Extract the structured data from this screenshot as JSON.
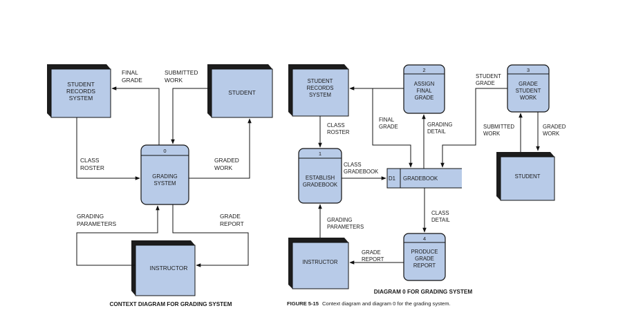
{
  "context": {
    "entities": {
      "student_records": [
        "STUDENT",
        "RECORDS",
        "SYSTEM"
      ],
      "student": [
        "STUDENT"
      ],
      "instructor": [
        "INSTRUCTOR"
      ]
    },
    "process": {
      "number": "0",
      "label": [
        "GRADING",
        "SYSTEM"
      ]
    },
    "flows": {
      "final_grade": [
        "FINAL",
        "GRADE"
      ],
      "submitted_work": [
        "SUBMITTED",
        "WORK"
      ],
      "class_roster": [
        "CLASS",
        "ROSTER"
      ],
      "graded_work": [
        "GRADED",
        "WORK"
      ],
      "grading_parameters": [
        "GRADING",
        "PARAMETERS"
      ],
      "grade_report": [
        "GRADE",
        "REPORT"
      ]
    },
    "caption": "CONTEXT DIAGRAM FOR GRADING SYSTEM"
  },
  "diagram0": {
    "entities": {
      "student_records": [
        "STUDENT",
        "RECORDS",
        "SYSTEM"
      ],
      "student": [
        "STUDENT"
      ],
      "instructor": [
        "INSTRUCTOR"
      ]
    },
    "processes": {
      "p1": {
        "number": "1",
        "label": [
          "ESTABLISH",
          "GRADEBOOK"
        ]
      },
      "p2": {
        "number": "2",
        "label": [
          "ASSIGN",
          "FINAL",
          "GRADE"
        ]
      },
      "p3": {
        "number": "3",
        "label": [
          "GRADE",
          "STUDENT",
          "WORK"
        ]
      },
      "p4": {
        "number": "4",
        "label": [
          "PRODUCE",
          "GRADE",
          "REPORT"
        ]
      }
    },
    "store": {
      "id": "D1",
      "name": "GRADEBOOK"
    },
    "flows": {
      "class_roster": [
        "CLASS",
        "ROSTER"
      ],
      "final_grade": [
        "FINAL",
        "GRADE"
      ],
      "grading_detail": [
        "GRADING",
        "DETAIL"
      ],
      "student_grade": [
        "STUDENT",
        "GRADE"
      ],
      "submitted_work": [
        "SUBMITTED",
        "WORK"
      ],
      "graded_work": [
        "GRADED",
        "WORK"
      ],
      "class_gradebook": [
        "CLASS",
        "GRADEBOOK"
      ],
      "class_detail": [
        "CLASS",
        "DETAIL"
      ],
      "grading_parameters": [
        "GRADING",
        "PARAMETERS"
      ],
      "grade_report": [
        "GRADE",
        "REPORT"
      ]
    },
    "caption": "DIAGRAM 0 FOR GRADING SYSTEM"
  },
  "figure": {
    "label": "FIGURE 5-15",
    "text": "Context diagram and diagram 0 for the grading system."
  },
  "colors": {
    "fill": "#b8cbe8",
    "shadow": "#1c1c1c",
    "line": "#111111"
  }
}
